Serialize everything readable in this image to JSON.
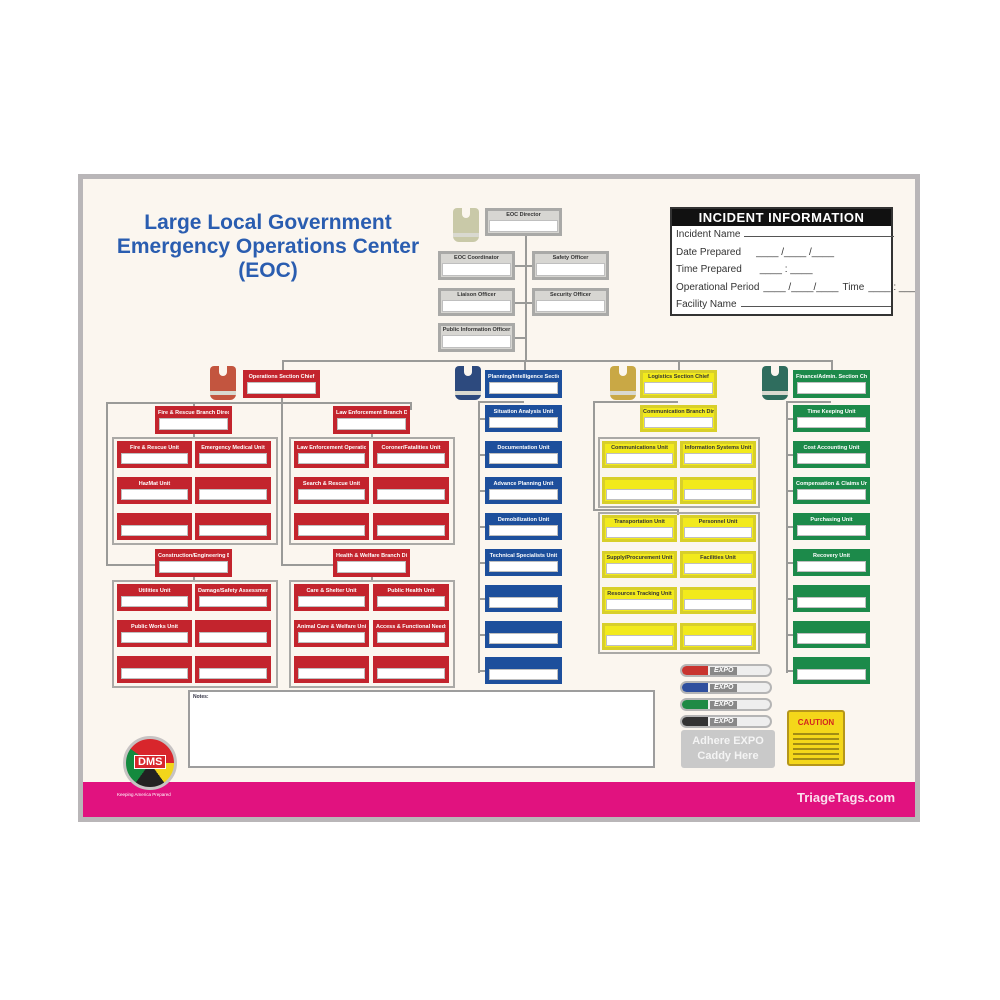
{
  "title": {
    "line1": "Large Local Government",
    "line2": "Emergency Operations Center",
    "line3": "(EOC)"
  },
  "incident_info": {
    "header": "INCIDENT INFORMATION",
    "incident_name": "Incident Name",
    "date_prepared": "Date Prepared",
    "date_blank": "____ /____ /____",
    "time_prepared": "Time Prepared",
    "time_blank": "____ : ____",
    "operational_period": "Operational Period",
    "op_blank": "____ /____/____",
    "time_label": "Time",
    "op_time_blank": "____ : ____",
    "facility_name": "Facility Name"
  },
  "command": {
    "director": "EOC Director",
    "coordinator": "EOC Coordinator",
    "safety": "Safety Officer",
    "liaison": "Liaison Officer",
    "security": "Security Officer",
    "pio": "Public Information Officer"
  },
  "operations": {
    "chief": "Operations Section Chief",
    "branches": [
      {
        "director": "Fire & Rescue Branch Director",
        "units": [
          "Fire & Rescue Unit",
          "Emergency Medical Unit",
          "HazMat Unit",
          "",
          "",
          ""
        ]
      },
      {
        "director": "Law Enforcement Branch Director",
        "units": [
          "Law Enforcement Operations Unit",
          "Coroner/Fatalities Unit",
          "Search & Rescue Unit",
          "",
          "",
          ""
        ]
      },
      {
        "director": "Construction/Engineering Branch Director",
        "units": [
          "Utilities Unit",
          "Damage/Safety Assessment Unit",
          "Public Works Unit",
          "",
          "",
          ""
        ]
      },
      {
        "director": "Health & Welfare Branch Director",
        "units": [
          "Care & Shelter Unit",
          "Public Health Unit",
          "Animal Care & Welfare Unit",
          "Access & Functional Needs Unit",
          "",
          ""
        ]
      }
    ]
  },
  "planning": {
    "chief": "Planning/Intelligence Section Chief",
    "units": [
      "Situation Analysis Unit",
      "Documentation Unit",
      "Advance Planning Unit",
      "Demobilization Unit",
      "Technical Specialists Unit",
      "",
      "",
      ""
    ]
  },
  "logistics": {
    "chief": "Logistics Section Chief",
    "branch_director": "Communication Branch Director",
    "comm_units": [
      "Communications Unit",
      "Information Systems Unit",
      "",
      ""
    ],
    "service_units": [
      "Transportation Unit",
      "Personnel Unit",
      "Supply/Procurement Unit",
      "Facilities Unit",
      "Resources Tracking Unit",
      "",
      "",
      ""
    ]
  },
  "finance": {
    "chief": "Finance/Admin. Section Chief",
    "units": [
      "Time Keeping Unit",
      "Cost Accounting Unit",
      "Compensation & Claims Unit",
      "Purchasing Unit",
      "Recovery Unit",
      "",
      "",
      ""
    ]
  },
  "notes_label": "Notes:",
  "markers": [
    {
      "label": "EXPO",
      "color": "#c8342f"
    },
    {
      "label": "EXPO",
      "color": "#2f4f9e"
    },
    {
      "label": "EXPO",
      "color": "#1f8a45"
    },
    {
      "label": "EXPO",
      "color": "#333333"
    }
  ],
  "caddy": {
    "line1": "Adhere EXPO",
    "line2": "Caddy Here"
  },
  "caution": "CAUTION",
  "logo_text": "DMS",
  "tagline": "Keeping America Prepared",
  "website": "TriageTags.com",
  "colors": {
    "red": "#c3242d",
    "blue": "#1d4f9c",
    "yellow": "#f2ea1c",
    "green": "#1c8a4a",
    "pink": "#e1127f",
    "title": "#2a5db0"
  }
}
